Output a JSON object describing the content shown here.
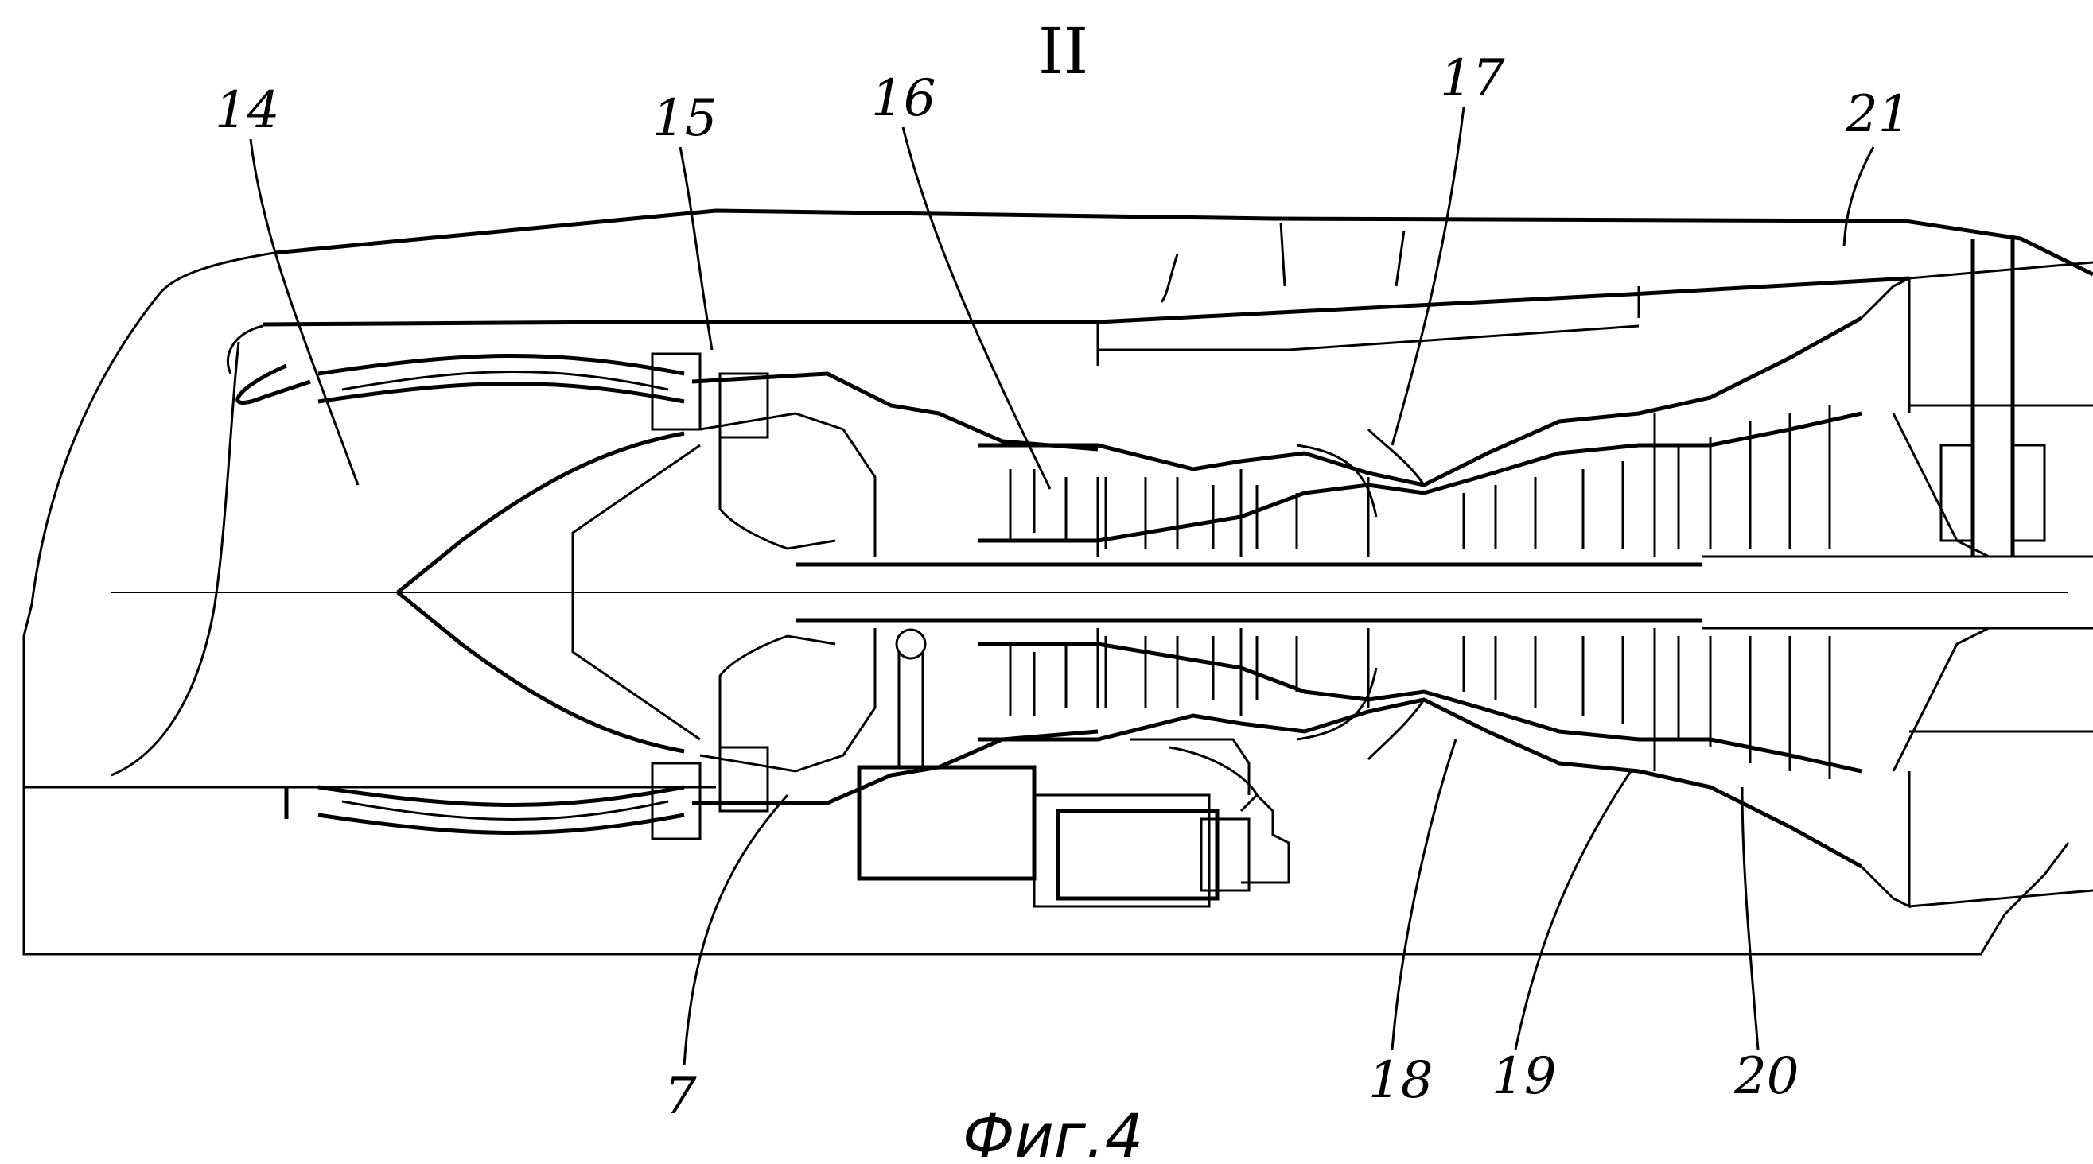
{
  "figure": {
    "view_mark": "II",
    "caption": "Фиг.4"
  },
  "labels": [
    {
      "id": "14",
      "text": "14"
    },
    {
      "id": "15",
      "text": "15"
    },
    {
      "id": "16",
      "text": "16"
    },
    {
      "id": "17",
      "text": "17"
    },
    {
      "id": "21",
      "text": "21"
    },
    {
      "id": "7",
      "text": "7"
    },
    {
      "id": "18",
      "text": "18"
    },
    {
      "id": "19",
      "text": "19"
    },
    {
      "id": "20",
      "text": "20"
    }
  ]
}
